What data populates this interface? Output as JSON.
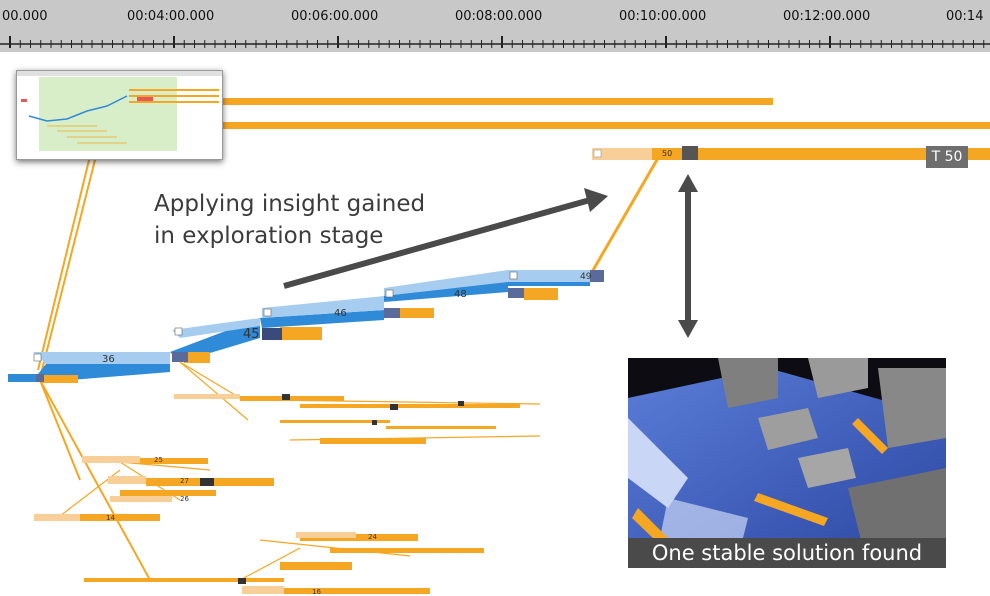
{
  "timeline": {
    "labels": [
      "00.000",
      "00:04:00.000",
      "00:06:00.000",
      "00:08:00.000",
      "00:10:00.000",
      "00:12:00.000",
      "00:14"
    ]
  },
  "annotations": {
    "insight_line1": "Applying insight gained",
    "insight_line2": "in exploration stage",
    "t50": "T 50",
    "caption": "One stable solution found"
  },
  "nodes": {
    "n36": "36",
    "n45": "45",
    "n46": "46",
    "n48": "48",
    "n49": "49",
    "n50": "50",
    "n25": "25",
    "n27": "27",
    "n26": "26",
    "n14": "14",
    "n24": "24",
    "n16": "16"
  },
  "colors": {
    "orange": "#f5a623",
    "light_orange": "#f8cf98",
    "blue": "#2f8ad8",
    "light_blue": "#a6cdef",
    "timeline_bg": "#c8c8c8",
    "dark_arrow": "#4a4a4a"
  }
}
